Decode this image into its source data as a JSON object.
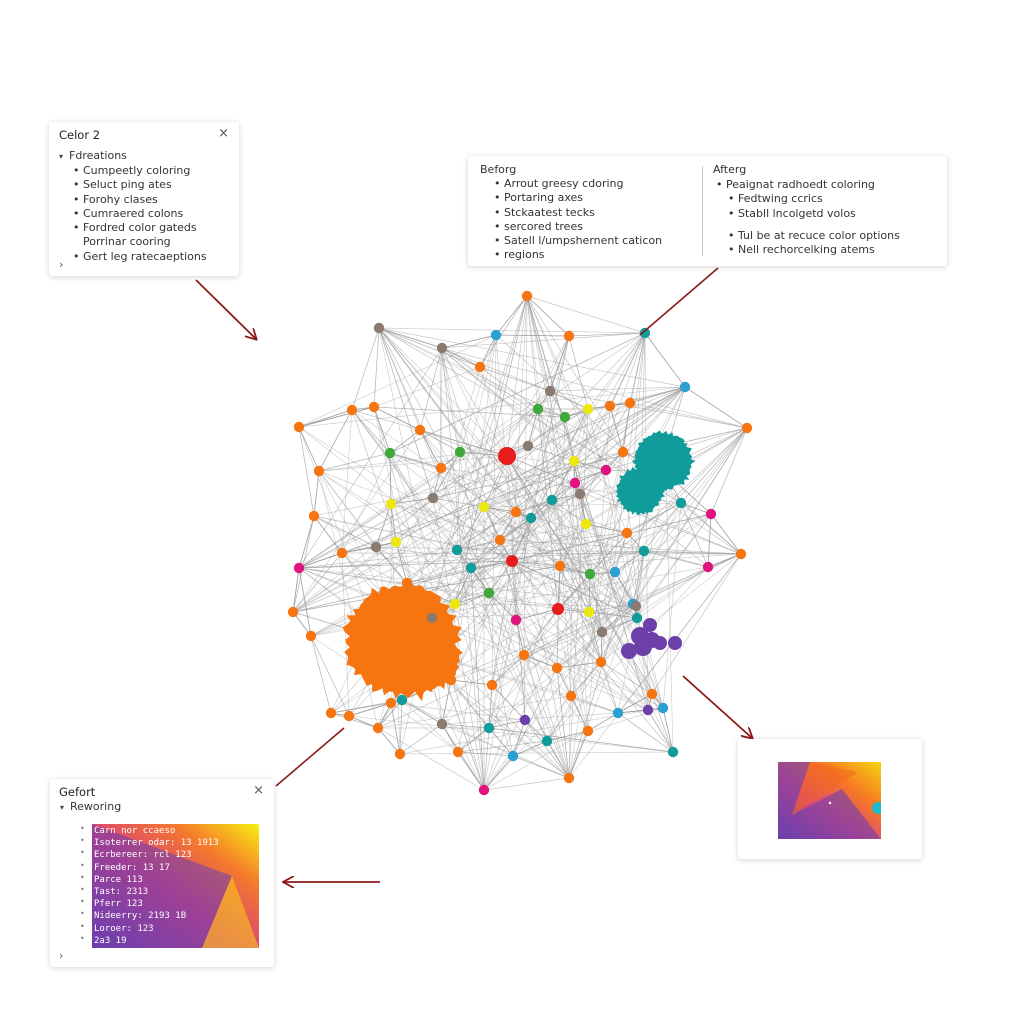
{
  "panel_top_left": {
    "title": "Celor 2",
    "close": "×",
    "section": "Fdreations",
    "section_caret": "▾",
    "items": [
      "Cumpeetly coloring",
      "Seluct ping ates",
      "Forohy clases",
      "Cumraered colons",
      "Fordred color gateds",
      "Porrinar cooring",
      "Gert leg ratecaeptions"
    ],
    "footer_caret": "›"
  },
  "panel_top_right": {
    "left_title": "Beforg",
    "left_items": [
      "Arrout greesy cdoring",
      "Portaring axes",
      "Stckaatest tecks",
      "sercored trees",
      "Satell l/umpshernent caticon",
      "regions"
    ],
    "right_title": "Afterg",
    "right_items": [
      "Peaignat radhoedt coloring",
      "Fedtwing ccrics",
      "Stabll lncolgetd volos",
      "Tul be at recuce color options",
      "Nell rechorcelking atems"
    ]
  },
  "panel_bottom_left": {
    "title": "Gefort",
    "close": "×",
    "section": "Reworing",
    "section_caret": "▾",
    "footer_caret": "›",
    "lines": [
      "Carn nor ccaeso",
      "Isoterrer odar: 13 1913",
      "Ecrbereer: rcl 123",
      "Freeder: 13 17",
      "Parce 113",
      "Tast: 2313",
      "Pferr 123",
      "Nideerry: 2193 1B",
      "Loroer: 123",
      "2a3 19"
    ]
  },
  "colors": {
    "orange": "#f77511",
    "teal": "#119c9c",
    "purple": "#6d3fa8",
    "red": "#e81c1c",
    "yellow": "#ece80f",
    "green": "#3fa83a",
    "blue": "#2a9fd0",
    "magenta": "#e0147f",
    "grey": "#8a7a70",
    "arrow": "#8b1a1a",
    "edge": "#9a9a9a"
  }
}
